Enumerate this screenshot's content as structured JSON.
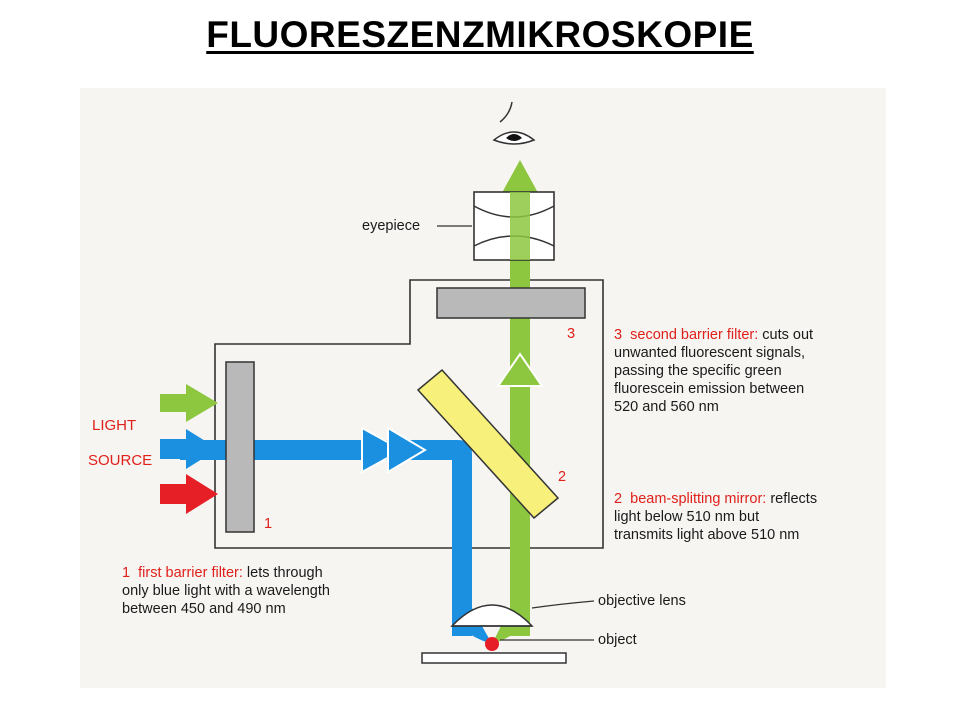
{
  "title": "FLUORESZENZMIKROSKOPIE",
  "labels": {
    "eyepiece": "eyepiece",
    "light": "LIGHT",
    "source": "SOURCE",
    "objective_lens": "objective lens",
    "object": "object"
  },
  "filters": {
    "f1": {
      "number": "1",
      "name": "first barrier filter:",
      "line1_rest": " lets through",
      "line2": "only blue light with a wavelength",
      "line3": "between 450 and 490 nm"
    },
    "f2": {
      "number": "2",
      "name": "beam-splitting mirror:",
      "line1_rest": " reflects",
      "line2": "light below 510 nm but",
      "line3": "transmits light above 510 nm"
    },
    "f3": {
      "number": "3",
      "name": "second barrier filter:",
      "line1_rest": " cuts out",
      "line2": "unwanted fluorescent signals,",
      "line3": "passing the specific green",
      "line4": "fluorescein emission between",
      "line5": "520 and 560 nm"
    }
  },
  "colors": {
    "green_light": "#8dc63f",
    "blue_light": "#1b8fe0",
    "red_light": "#e61e25",
    "mirror": "#f7f07a",
    "filter": "#b9b9b9",
    "label_red": "#e0201b"
  }
}
